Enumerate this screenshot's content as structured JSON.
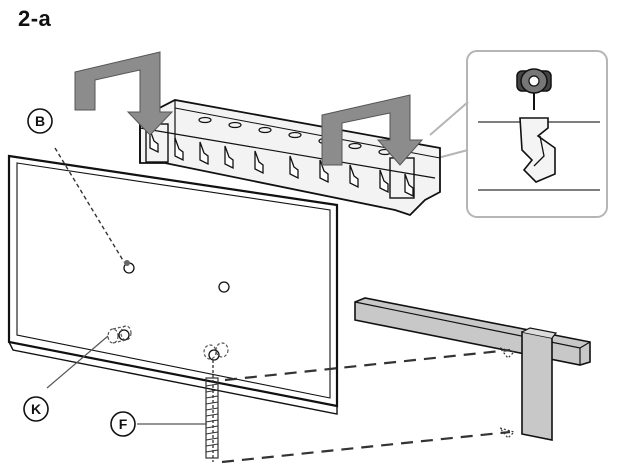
{
  "step": {
    "label": "2-a"
  },
  "callouts": {
    "B": "B",
    "K": "K",
    "F": "F"
  },
  "icons": {
    "arrow": "down-arrow-icon",
    "bracket": "wall-mount-bracket",
    "hook": "hook-detail"
  },
  "colors": {
    "stroke": "#1a1a1a",
    "arrow_fill": "#8c8c8c",
    "bracket_fill": "#f2f2f2",
    "stand_fill": "#c8c8c8",
    "inset_border": "#b0b0b0"
  }
}
